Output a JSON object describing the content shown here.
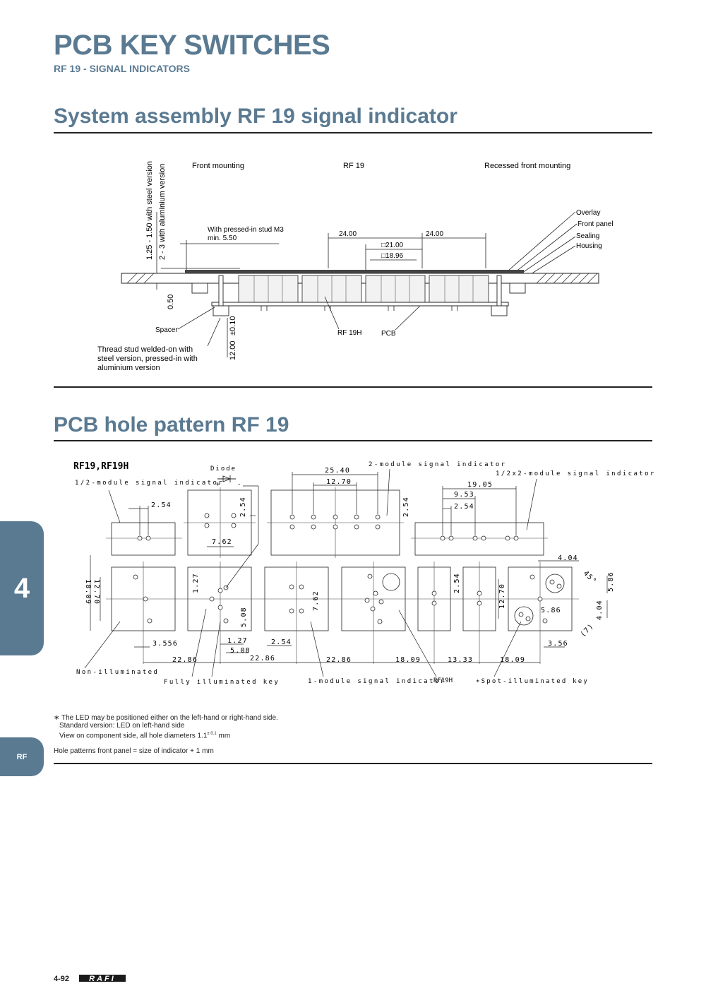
{
  "header": {
    "title": "PCB KEY SWITCHES",
    "subtitle": "RF 19 - SIGNAL INDICATORS"
  },
  "section1": {
    "title": "System assembly RF 19 signal indicator",
    "labels": {
      "front_mounting": "Front mounting",
      "rf19": "RF 19",
      "recessed": "Recessed front mounting",
      "overlay": "Overlay",
      "front_panel": "Front panel",
      "sealing": "Sealing",
      "housing": "Housing",
      "stud": "With pressed-in stud M3",
      "stud_min": "min. 5.50",
      "dim_24a": "24.00",
      "dim_24b": "24.00",
      "dim_21": "□21.00",
      "dim_1896": "□18.96",
      "vertical_steel": "1.25 - 1.50 with steel version",
      "vertical_alu": "2 - 3 with aluminium version",
      "dim_050": "0.50",
      "spacer": "Spacer",
      "dim_010": "±0.10",
      "dim_12": "12.00",
      "rf19h": "RF 19H",
      "pcb": "PCB",
      "thread_1": "Thread stud welded-on with",
      "thread_2": "steel version, pressed-in with",
      "thread_3": "aluminium version"
    }
  },
  "section2": {
    "title": "PCB hole pattern RF 19",
    "labels": {
      "rf19_rf19h": "RF19,RF19H",
      "diode": "Diode",
      "plus": "+",
      "minus": "-",
      "half_module": "1/2-module signal indicator",
      "two_module": "2-module signal indicator",
      "half_x2": "1/2x2-module signal indicator",
      "non_illuminated": "Non-illuminated",
      "fully_illuminated": "Fully illuminated key",
      "one_module": "1-module signal indicator",
      "rf19h": "RF19H",
      "spot": "∗Spot-illuminated key",
      "d_2540": "25.40",
      "d_1270a": "12.70",
      "d_1905": "19.05",
      "d_953": "9.53",
      "d_254a": "2.54",
      "d_254b": "2.54",
      "d_254c": "2.54",
      "d_254d": "2.54",
      "d_254e": "2.54",
      "d_254f": "2.54",
      "d_762a": "7.62",
      "d_762b": "7.62",
      "d_1809a": "18.09",
      "d_1270b": "12.70",
      "d_1270c": "12.70",
      "d_127a": "1.27",
      "d_127b": "1.27",
      "d_508a": "5.08",
      "d_508b": "5.08",
      "d_3556": "3.556",
      "d_2286a": "22.86",
      "d_2286b": "22.86",
      "d_2286c": "22.86",
      "d_1809b": "18.09",
      "d_1333": "13.33",
      "d_1809c": "18.09",
      "d_404a": "4.04",
      "d_404b": "4.04",
      "d_45": "45°",
      "d_586a": "5.86",
      "d_586b": "5.86",
      "d_7": "(7)",
      "d_356": "3.56"
    }
  },
  "notes": {
    "line1": "∗ The LED may be positioned either on the left-hand or right-hand side.",
    "line2": "Standard version: LED on left-hand side",
    "line3": "View on component side, all hole diameters 1.1",
    "line3_sup": "± 0.1",
    "line3_unit": "mm",
    "line4": "Hole patterns front panel = size of indicator + 1 mm"
  },
  "tabs": {
    "chapter": "4",
    "rf": "RF"
  },
  "footer": {
    "page": "4-92",
    "logo": "RAFI"
  },
  "colors": {
    "accent": "#5a7a92"
  }
}
